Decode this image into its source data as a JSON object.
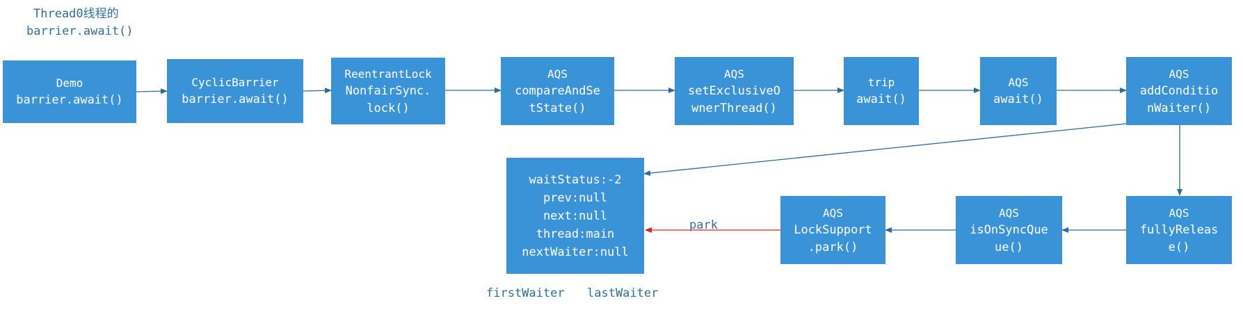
{
  "caption": {
    "line1": "Thread0线程的",
    "line2": "barrier.await()"
  },
  "nodes": {
    "demo": {
      "title": "Demo",
      "line1": "barrier.await()"
    },
    "cyclic": {
      "title": "CyclicBarrier",
      "line1": "barrier.await()"
    },
    "reentrant": {
      "title": "ReentrantLock",
      "line1": "NonfairSync.",
      "line2": "lock()"
    },
    "cas": {
      "title": "AQS",
      "line1": "compareAndSe",
      "line2": "tState()"
    },
    "setowner": {
      "title": "AQS",
      "line1": "setExclusiveO",
      "line2": "wnerThread()"
    },
    "trip": {
      "title": "trip",
      "line1": "await()"
    },
    "aqsawait": {
      "title": "AQS",
      "line1": "await()"
    },
    "addwaiter": {
      "title": "AQS",
      "line1": "addConditio",
      "line2": "nWaiter()"
    },
    "fullyrelease": {
      "title": "AQS",
      "line1": "fullyReleas",
      "line2": "e()"
    },
    "onsync": {
      "title": "AQS",
      "line1": "isOnSyncQue",
      "line2": "ue()"
    },
    "park": {
      "title": "AQS",
      "line1": "LockSupport",
      "line2": ".park()"
    },
    "node": {
      "line1": "waitStatus:-2",
      "line2": "prev:null",
      "line3": "next:null",
      "line4": "thread:main",
      "line5": "nextWaiter:null"
    }
  },
  "edge_labels": {
    "park": "park"
  },
  "pointers": {
    "first": "firstWaiter",
    "last": "lastWaiter"
  },
  "colors": {
    "box": "#3b93d7",
    "arrow": "#2b6c98",
    "park_arrow": "#e02020",
    "caption": "#2e6f9c"
  }
}
